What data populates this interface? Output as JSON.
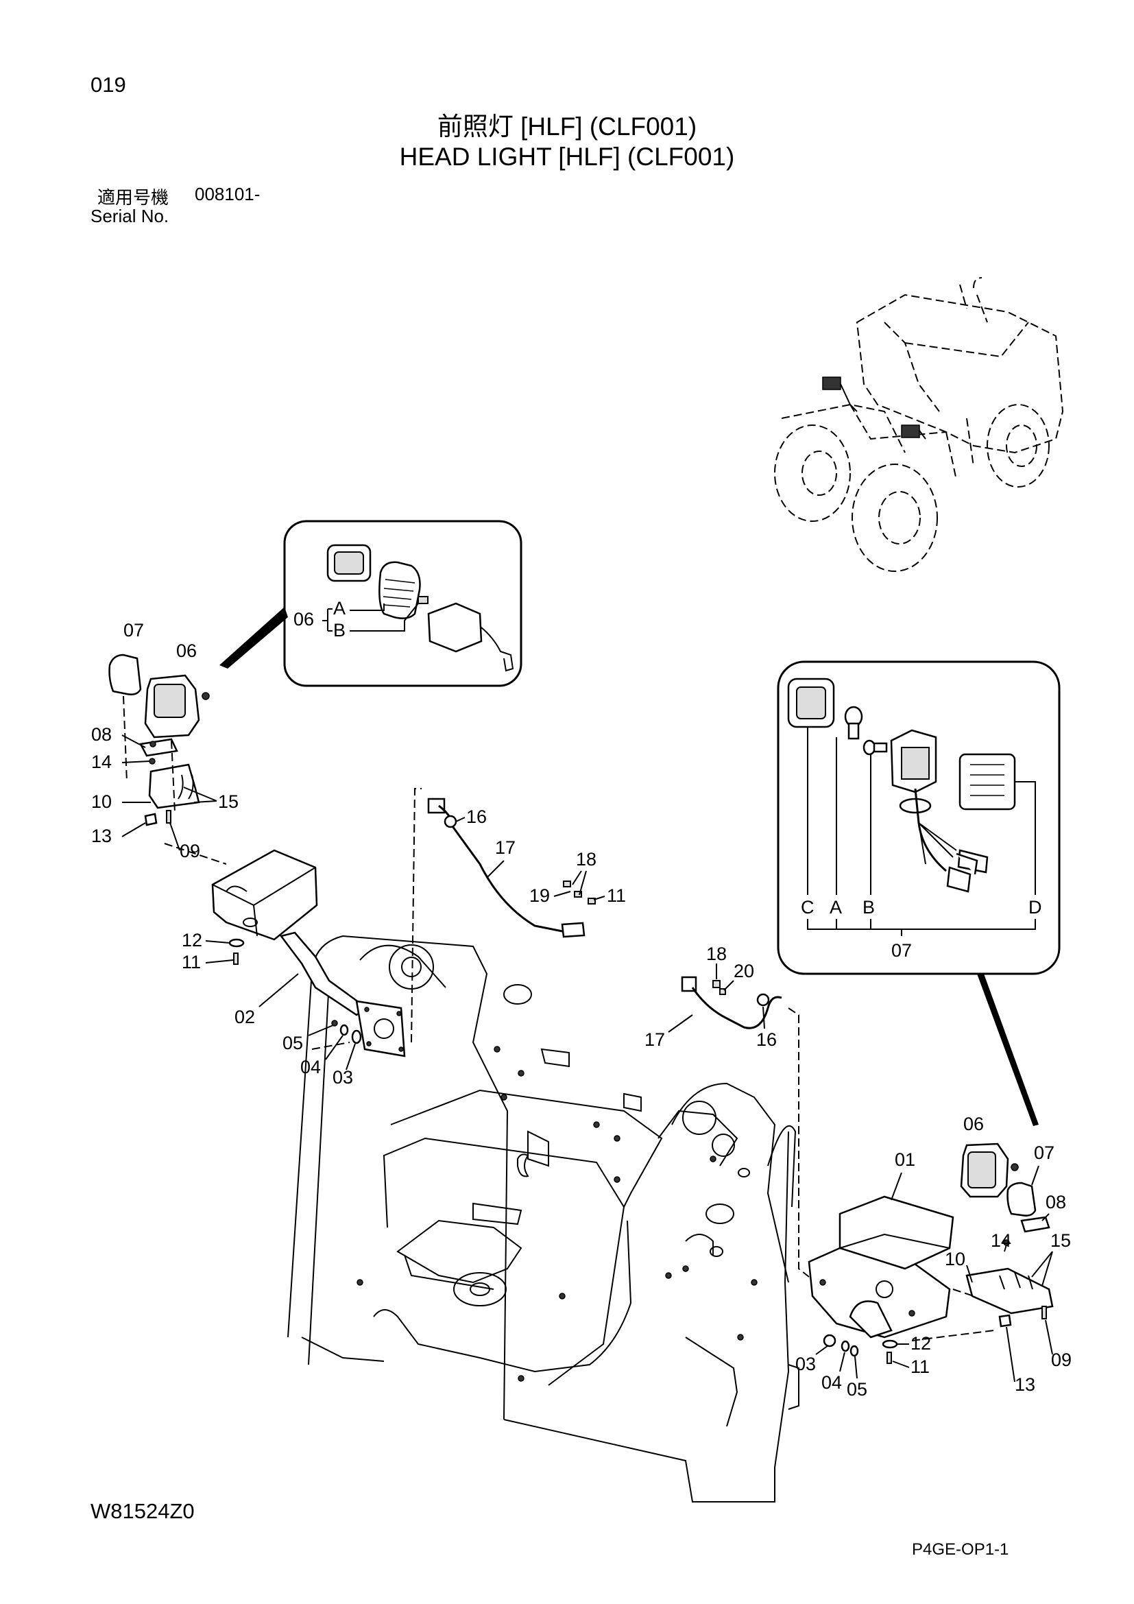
{
  "page": {
    "number": "019",
    "title_jp": "前照灯 [HLF] (CLF001)",
    "title_en": "HEAD LIGHT [HLF] (CLF001)",
    "serial_label_jp": "適用号機",
    "serial_number": "008101-",
    "serial_label_en": "Serial  No.",
    "drawing_code": "W81524Z0",
    "sheet_code": "P4GE-OP1-1"
  },
  "inset_left": {
    "ref": "06",
    "sub_labels": [
      "A",
      "B"
    ]
  },
  "inset_right": {
    "ref": "07",
    "sub_labels": [
      "C",
      "A",
      "B",
      "D"
    ]
  },
  "callouts_left": [
    "07",
    "06",
    "08",
    "14",
    "10",
    "15",
    "13",
    "09",
    "12",
    "11",
    "02",
    "05",
    "04",
    "03"
  ],
  "callouts_harness_left": [
    "16",
    "17",
    "18",
    "19",
    "11"
  ],
  "callouts_harness_right": [
    "18",
    "20",
    "17",
    "16"
  ],
  "callouts_right": [
    "06",
    "07",
    "01",
    "08",
    "14",
    "15",
    "10",
    "12",
    "11",
    "03",
    "04",
    "05",
    "13",
    "09"
  ]
}
